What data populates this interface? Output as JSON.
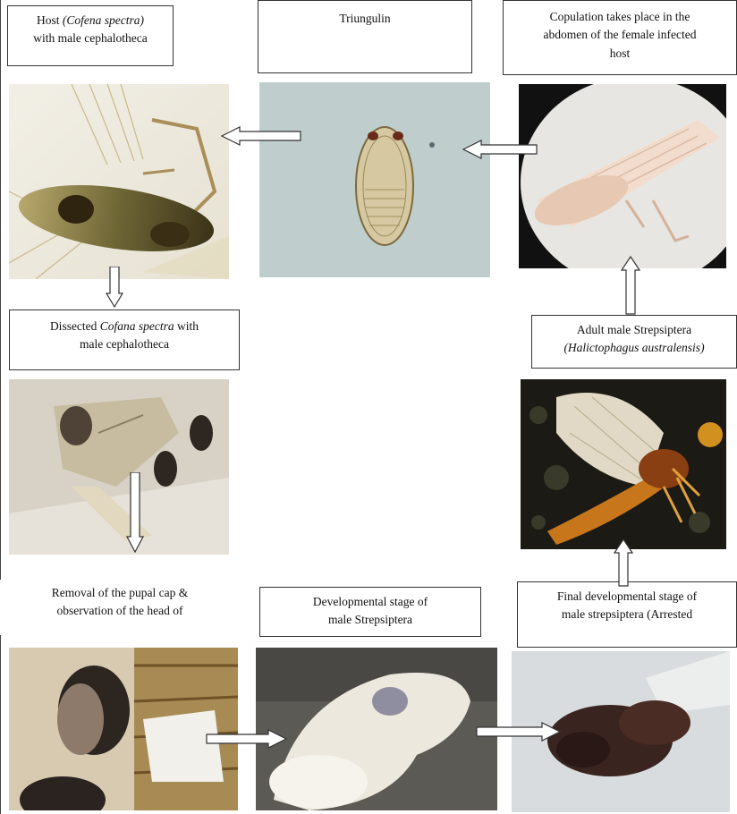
{
  "labels": {
    "host": {
      "line1_pre": "Host ",
      "line1_em": "(Cofena spectra)",
      "line2": "with male cephalotheca"
    },
    "triungulin": "Triungulin",
    "copulation": {
      "line1": "Copulation takes place in the",
      "line2": "abdomen of the female infected",
      "line3": "host"
    },
    "dissected": {
      "line1_pre": "Dissected ",
      "line1_em": "Cofana spectra",
      "line1_post": " with",
      "line2": "male cephalotheca"
    },
    "adult_male": {
      "line1": "Adult male Strepsiptera",
      "line2": "(Halictophagus australensis)"
    },
    "removal": {
      "line1": "Removal of the pupal cap &",
      "line2": "observation of the head of"
    },
    "developmental": {
      "line1": "Developmental stage of",
      "line2": "male Strepsiptera"
    },
    "final": {
      "line1": "Final developmental stage of",
      "line2": "male strepsiptera (Arrested"
    }
  },
  "colors": {
    "box_border": "#333333",
    "arrow_fill": "#ffffff",
    "arrow_stroke": "#333333"
  },
  "photos": [
    {
      "name": "host-insect-photo",
      "subject": "leafhopper host with male cephalotheca"
    },
    {
      "name": "triungulin-photo",
      "subject": "triungulin larva under microscope"
    },
    {
      "name": "copulation-photo",
      "subject": "female infected host abdomen"
    },
    {
      "name": "dissected-host-photo",
      "subject": "dissected Cofana spectra"
    },
    {
      "name": "adult-male-photo",
      "subject": "adult male Halictophagus australensis"
    },
    {
      "name": "pupal-cap-photo",
      "subject": "head under removed pupal cap"
    },
    {
      "name": "developmental-stage-photo",
      "subject": "white developing male"
    },
    {
      "name": "final-stage-photo",
      "subject": "dark arrested male"
    }
  ]
}
